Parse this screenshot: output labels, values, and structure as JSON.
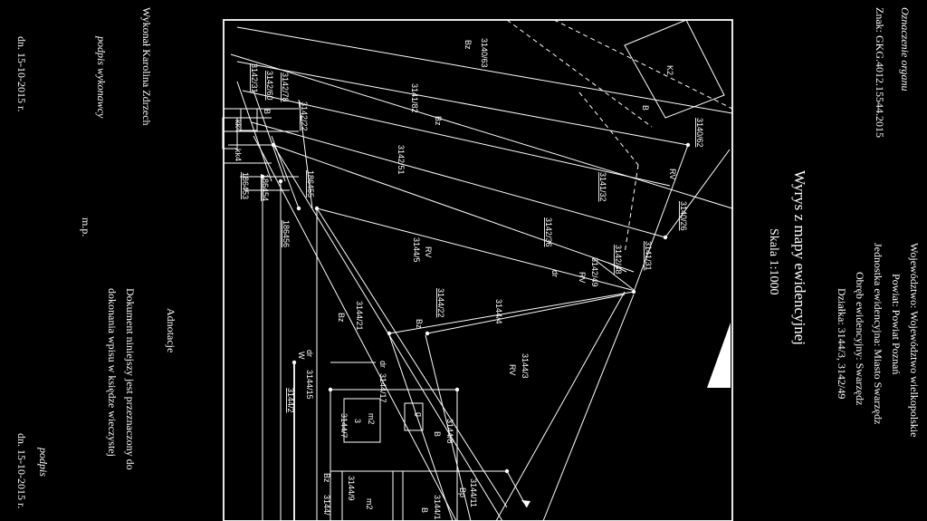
{
  "header_left": {
    "org_label": "Oznaczenie organu",
    "znak": "Znak: GKG.4012.15544.2015"
  },
  "header_right": {
    "wojewodztwo": "Województwo:    Województwo wielkopolskie",
    "powiat": "Powiat: Powiat Poznań",
    "jednostka": "Jednostka ewidencyjna: Miasto Swarzędz",
    "obreb": "Obręb ewidencyjny: Swarzędz",
    "dzialka": "Działka: 3144/3, 3142/49"
  },
  "title": "Wyrys z mapy ewidencyjnej",
  "scale": "Skala 1:1000",
  "adnotacje": "Adnotacje",
  "document_note_1": "Dokument niniejszy jest przeznaczony do",
  "document_note_2": "dokonania wpisu w księdze wieczystej",
  "mp": "m.p.",
  "wykonal": "Wykonał Karolina Zdrzech",
  "podpis_wykonawcy": "podpis wykonawcy",
  "date_left": "dn. 15-10-2015 r.",
  "podpis": "podpis",
  "date_right": "dn. 15-10-2015 r.",
  "map_labels": {
    "p3140_63": "3140/63",
    "bz1": "Bz",
    "p3141_82": "3141/82",
    "bz2": "Bz",
    "p3142_51": "3142/51",
    "p3142_78": "3142/78",
    "p3142_60": "3142/60",
    "b1": "B",
    "p3142_31": "3142/31",
    "p3142_22": "3142/22",
    "p186455": "186455",
    "p186454": "186454",
    "p186453": "186453",
    "p186456": "186456",
    "k1": "kk4",
    "k2": "kk4",
    "p3141_32": "3141/32",
    "p3142_36": "3142/36",
    "rv1": "RV",
    "p3144_5": "3144/5",
    "p3144_21": "3144/21",
    "bz3": "Bz",
    "p3144_22": "3144/22",
    "bz4": "Bz",
    "p3144_4": "3144/4",
    "dr1": "dr",
    "p3142_48": "3142/48",
    "p3142_49": "3142/49",
    "rv2": "RV",
    "p3140_26": "3140/26",
    "rv3": "RV",
    "p3141_31": "3141/31",
    "p3140_62": "3140/62",
    "b2": "B",
    "k2lbl": "K2",
    "p3144_3": "3144/3",
    "rv4": "RV",
    "dr2": "dr",
    "p3144_17": "3144/17",
    "dr3": "dr",
    "p3144_15": "3144/15",
    "w": "W",
    "p3144_2": "3144/2",
    "g": "g",
    "m2a": "m2",
    "three": "3",
    "p3144_7": "3144/7",
    "p3144_8": "3144/8",
    "b3": "B",
    "p3144_11": "3144/11",
    "bp": "Bp",
    "bz5": "Bz",
    "p3144_9": "3144/9",
    "m2b": "m2",
    "p3144_10": "3144/1",
    "b4": "B",
    "p3144_x": "3144/"
  }
}
